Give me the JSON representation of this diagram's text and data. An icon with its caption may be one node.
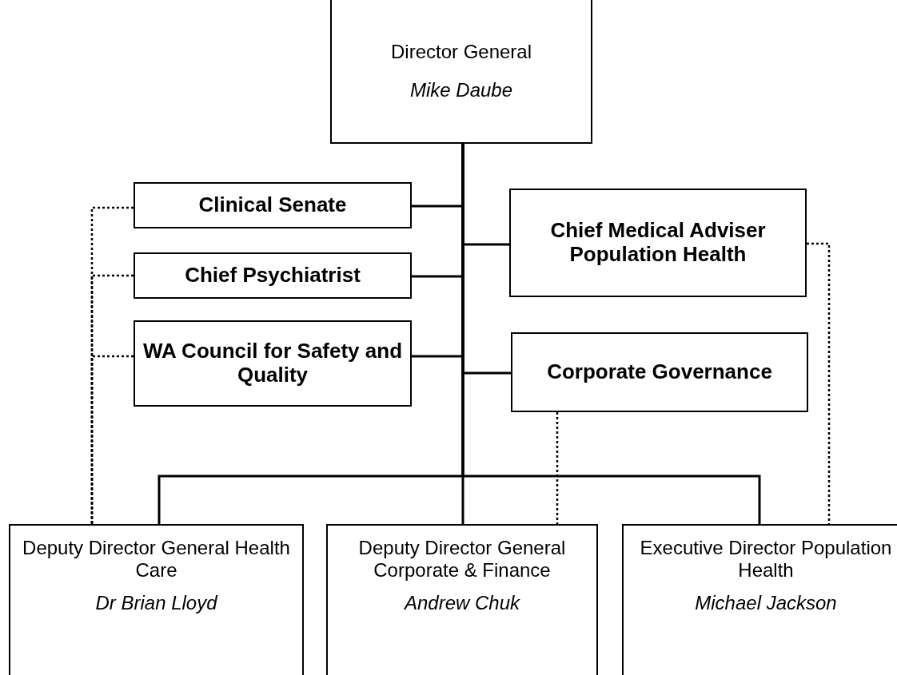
{
  "diagram": {
    "nodes": [
      {
        "text": [
          "Director General",
          "Mike Daube"
        ]
      },
      {
        "text": [
          "Clinical Senate"
        ]
      },
      {
        "text": [
          "Chief Psychiatrist"
        ]
      },
      {
        "text": [
          "WA Council for Safety and Quality"
        ]
      },
      {
        "text": [
          "Chief Medical Adviser Population Health"
        ]
      },
      {
        "text": [
          "Corporate Governance"
        ]
      },
      {
        "text": [
          "Deputy Director General Health Care",
          "Dr Brian Lloyd"
        ]
      },
      {
        "text": [
          "Deputy Director General Corporate & Finance",
          "Andrew Chuk"
        ]
      },
      {
        "text": [
          "Executive Director Population Health",
          "Michael Jackson"
        ]
      }
    ],
    "edges": [
      {
        "from": 0,
        "to": 1,
        "arrow": "none"
      },
      {
        "from": 0,
        "to": 2,
        "arrow": "none"
      },
      {
        "from": 0,
        "to": 3,
        "arrow": "none"
      },
      {
        "from": 0,
        "to": 4,
        "arrow": "none"
      },
      {
        "from": 0,
        "to": 5,
        "arrow": "none"
      },
      {
        "from": 0,
        "to": 6,
        "arrow": "none"
      },
      {
        "from": 0,
        "to": 7,
        "arrow": "none"
      },
      {
        "from": 0,
        "to": 8,
        "arrow": "none"
      },
      {
        "from": 1,
        "to": 6,
        "arrow": "none",
        "style": "dashed"
      },
      {
        "from": 2,
        "to": 6,
        "arrow": "none",
        "style": "dashed"
      },
      {
        "from": 3,
        "to": 6,
        "arrow": "none",
        "style": "dashed"
      },
      {
        "from": 4,
        "to": 8,
        "arrow": "none",
        "style": "dashed"
      },
      {
        "from": 5,
        "to": 7,
        "arrow": "none",
        "style": "dashed"
      }
    ]
  }
}
